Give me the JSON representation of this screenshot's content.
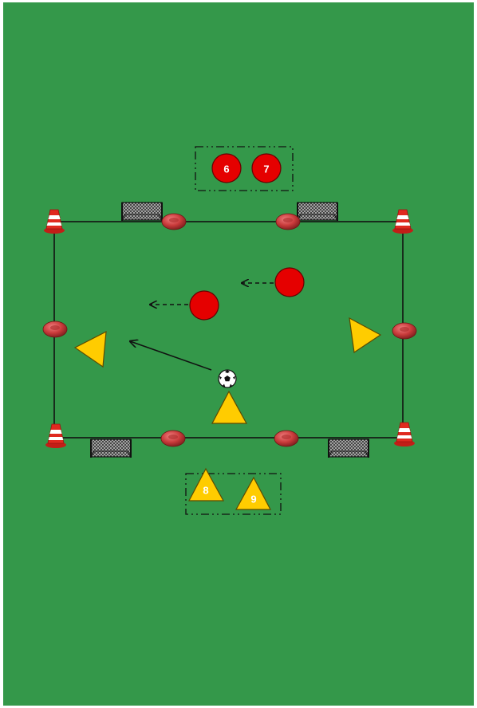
{
  "diagram": {
    "colors": {
      "pitch": "#34984a",
      "border": "#ffffff",
      "lines": "#111111",
      "red_player": "#e50000",
      "yellow_player": "#ffcc00",
      "cone_red": "#d8261e",
      "cone_white": "#ffffff",
      "disc": "#c93b3b",
      "goal_net": "#2b2b2b"
    },
    "icons": {
      "cone": "training-cone-icon",
      "disc": "marker-disc-icon",
      "goal": "mini-goal-icon",
      "ball": "soccer-ball-icon",
      "red_player": "red-circle-player-icon",
      "yellow_player": "yellow-triangle-player-icon"
    },
    "red_team": {
      "active_count": 2,
      "substitutes": [
        {
          "number": "6"
        },
        {
          "number": "7"
        }
      ]
    },
    "yellow_team": {
      "active_count": 3,
      "substitutes": [
        {
          "number": "8"
        },
        {
          "number": "9"
        }
      ]
    }
  }
}
